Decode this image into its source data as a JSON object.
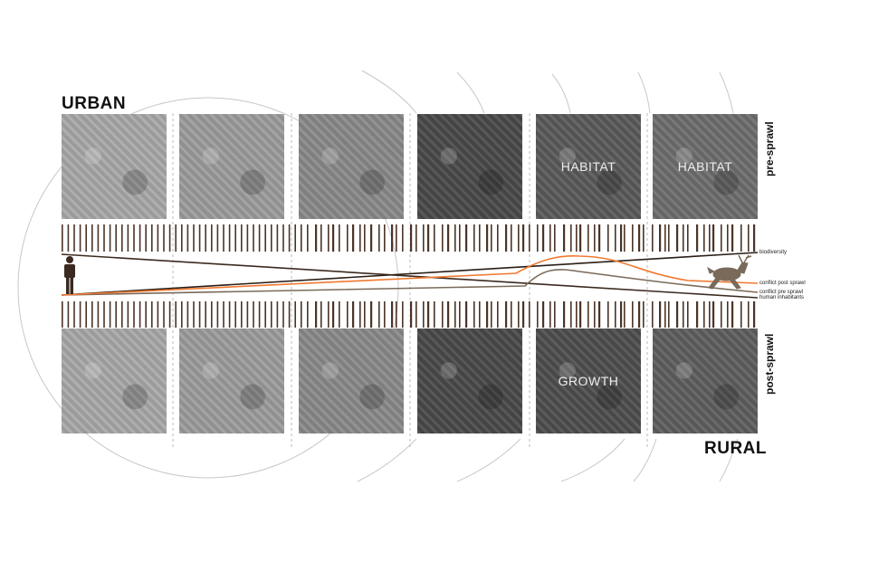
{
  "labels": {
    "urban": "URBAN",
    "rural": "RURAL",
    "pre": "pre-sprawl",
    "post": "post-sprawl"
  },
  "top_tiles": [
    {
      "label": "",
      "shade": "#a8a8a8"
    },
    {
      "label": "",
      "shade": "#9c9c9c"
    },
    {
      "label": "",
      "shade": "#8a8a8a"
    },
    {
      "label": "",
      "shade": "#4a4a4a"
    },
    {
      "label": "HABITAT",
      "shade": "#5a5a5a"
    },
    {
      "label": "HABITAT",
      "shade": "#6e6e6e"
    }
  ],
  "bottom_tiles": [
    {
      "label": "",
      "shade": "#a8a8a8"
    },
    {
      "label": "",
      "shade": "#9c9c9c"
    },
    {
      "label": "",
      "shade": "#8a8a8a"
    },
    {
      "label": "",
      "shade": "#4a4a4a"
    },
    {
      "label": "GROWTH",
      "shade": "#4e4e4e"
    },
    {
      "label": "",
      "shade": "#5e5e5e"
    }
  ],
  "lines": [
    {
      "name": "biodiversity",
      "label": "biodiversity",
      "color": "#3b2a20"
    },
    {
      "name": "conflict-post-sprawl",
      "label": "conflict post sprawl",
      "color": "#f07a30"
    },
    {
      "name": "conflict-pre-sprawl",
      "label": "conflict pre sprawl",
      "color": "#7a6a5a"
    },
    {
      "name": "human-inhabitants",
      "label": "human inhabitants",
      "color": "#2a1d16"
    }
  ],
  "colors": {
    "bar": "#4a3426",
    "human": "#3a2a20",
    "deer": "#7a6a5a"
  }
}
